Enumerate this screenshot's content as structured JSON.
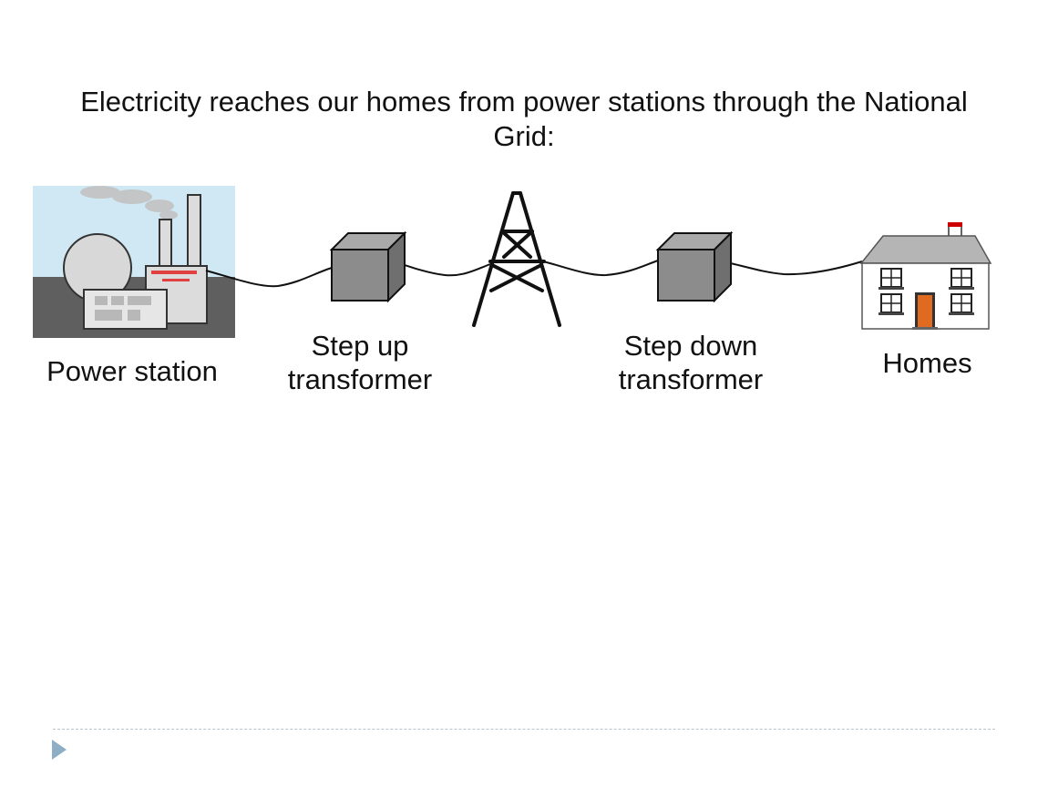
{
  "title": "Electricity reaches our homes from power stations through the National Grid:",
  "stages": {
    "power_station": "Power station",
    "step_up": "Step up transformer",
    "step_down": "Step down transformer",
    "homes": "Homes"
  },
  "colors": {
    "sky": "#cfe8f3",
    "ground": "#5f5f5f",
    "transformer": "#8c8c8c",
    "roof": "#b5b5b5",
    "door": "#e06a1f",
    "chimney_top": "#cc0000",
    "footer_accent": "#8eaec6"
  },
  "icons": {
    "power_station": "power-station-icon",
    "transformer": "transformer-cube-icon",
    "pylon": "pylon-icon",
    "house": "house-icon",
    "next": "triangle-right-icon"
  }
}
